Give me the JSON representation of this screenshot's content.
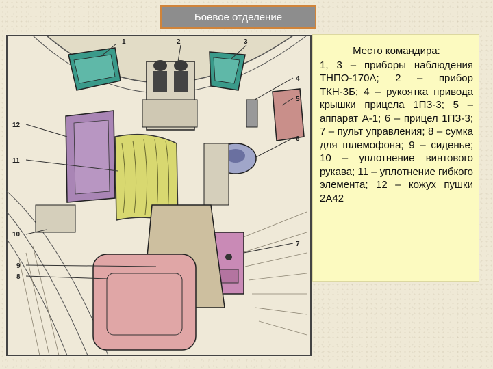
{
  "title": "Боевое отделение",
  "panel": {
    "heading": "Место командира:",
    "description": "1, 3 – приборы наблюдения ТНПО-170А; 2 – прибор ТКН-3Б; 4 – рукоятка привода крышки прицела 1ПЗ-3; 5 – аппарат А-1; 6 – прицел 1ПЗ-3; 7 – пульт управления; 8 – сумка для шлемофона; 9 – сиденье; 10 – уплотнение винтового рукава; 11 – уплотнение гибкого элемента; 12 – кожух пушки 2А42"
  },
  "callouts": {
    "n1": "1",
    "n2": "2",
    "n3": "3",
    "n4": "4",
    "n5": "5",
    "n6": "6",
    "n7": "7",
    "n8": "8",
    "n9": "9",
    "n10": "10",
    "n11": "11",
    "n12": "12"
  },
  "colors": {
    "accent_border": "#d0843a",
    "title_bg": "#8d8d8d",
    "panel_bg": "#fcfac0",
    "periscope": "#3a9a8a",
    "gun_shroud": "#a985b5",
    "flexible_seal": "#d8d870",
    "sight": "#a0a6c9",
    "a1_unit": "#c98f8a",
    "control_panel": "#c98ab6",
    "seat": "#cdbf9f",
    "bag": "#e0a6a6"
  }
}
